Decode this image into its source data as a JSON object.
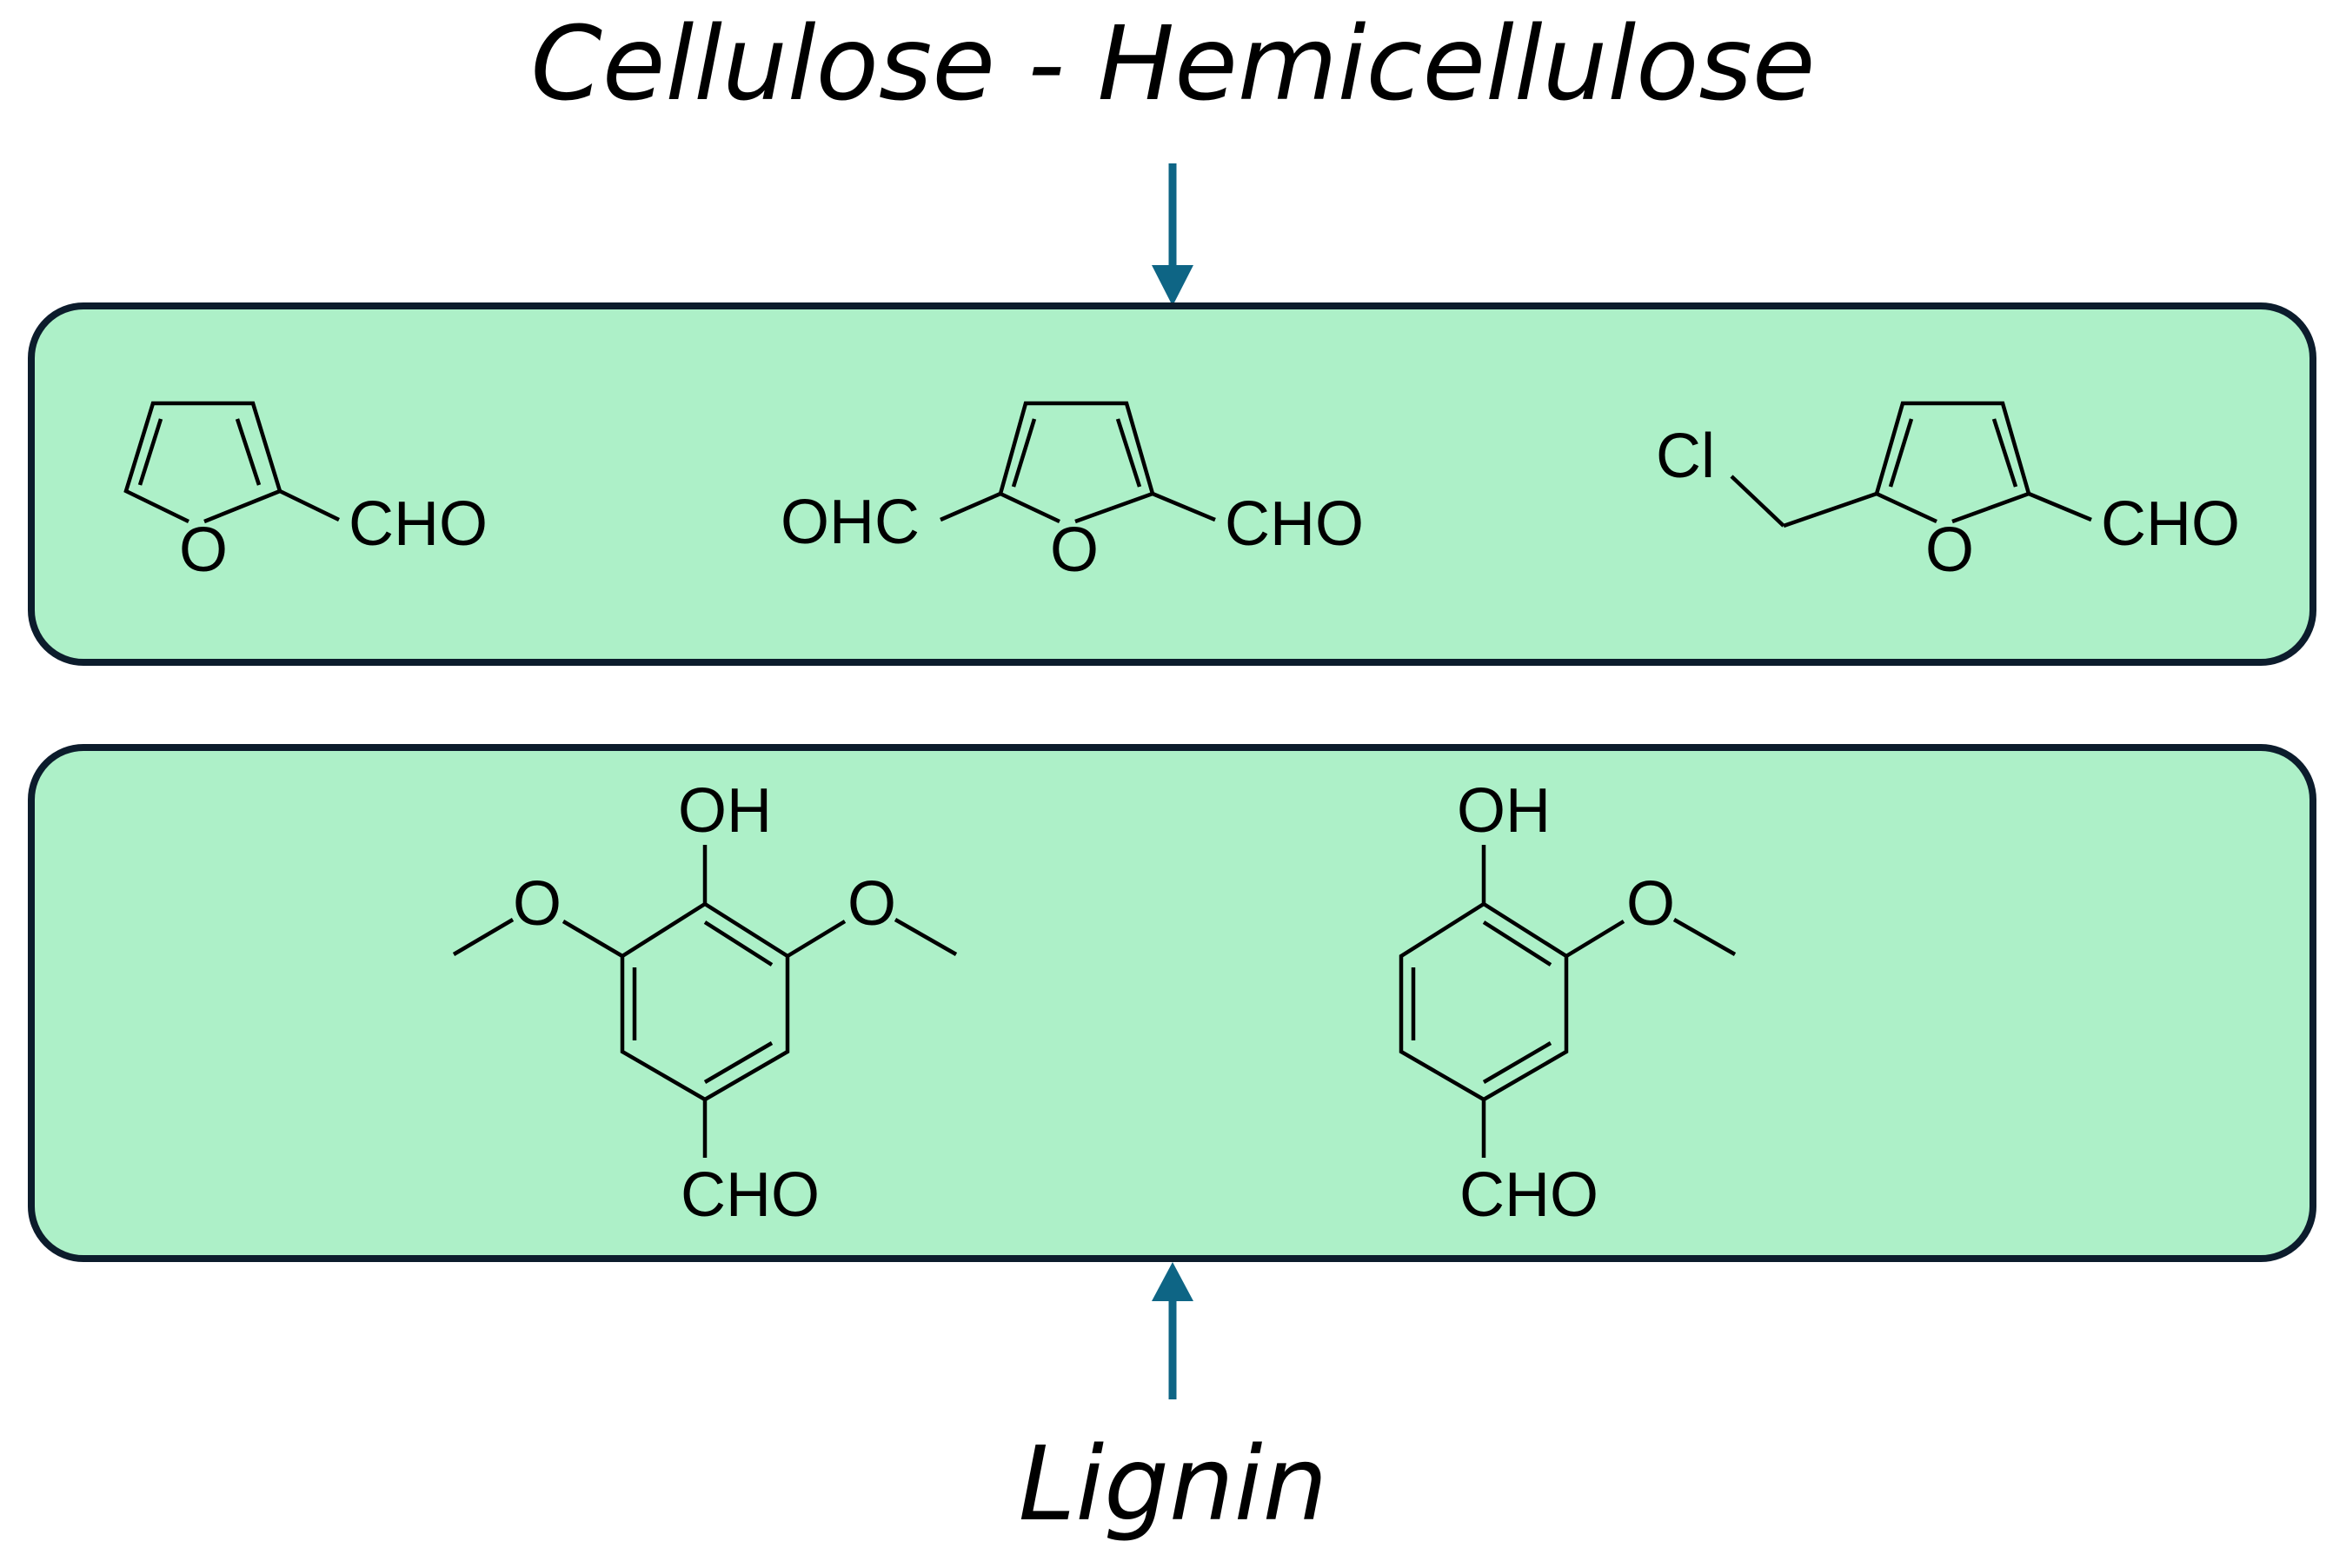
{
  "labels": {
    "top_source": "Cellulose - Hemicellulose",
    "bottom_source": "Lignin"
  },
  "colors": {
    "box_fill": "#adf0c8",
    "box_border": "#0c1c2c",
    "arrow": "#0e6585"
  },
  "cellulose_products": [
    {
      "ring_oxygen": "O",
      "substituent_right": "CHO"
    },
    {
      "ring_oxygen": "O",
      "substituent_left": "OHC",
      "substituent_right": "CHO"
    },
    {
      "ring_oxygen": "O",
      "substituent_left": "Cl",
      "substituent_right": "CHO"
    }
  ],
  "lignin_products": [
    {
      "top": "OH",
      "left_oxygen": "O",
      "right_oxygen": "O",
      "bottom": "CHO"
    },
    {
      "top": "OH",
      "right_oxygen": "O",
      "bottom": "CHO"
    }
  ]
}
